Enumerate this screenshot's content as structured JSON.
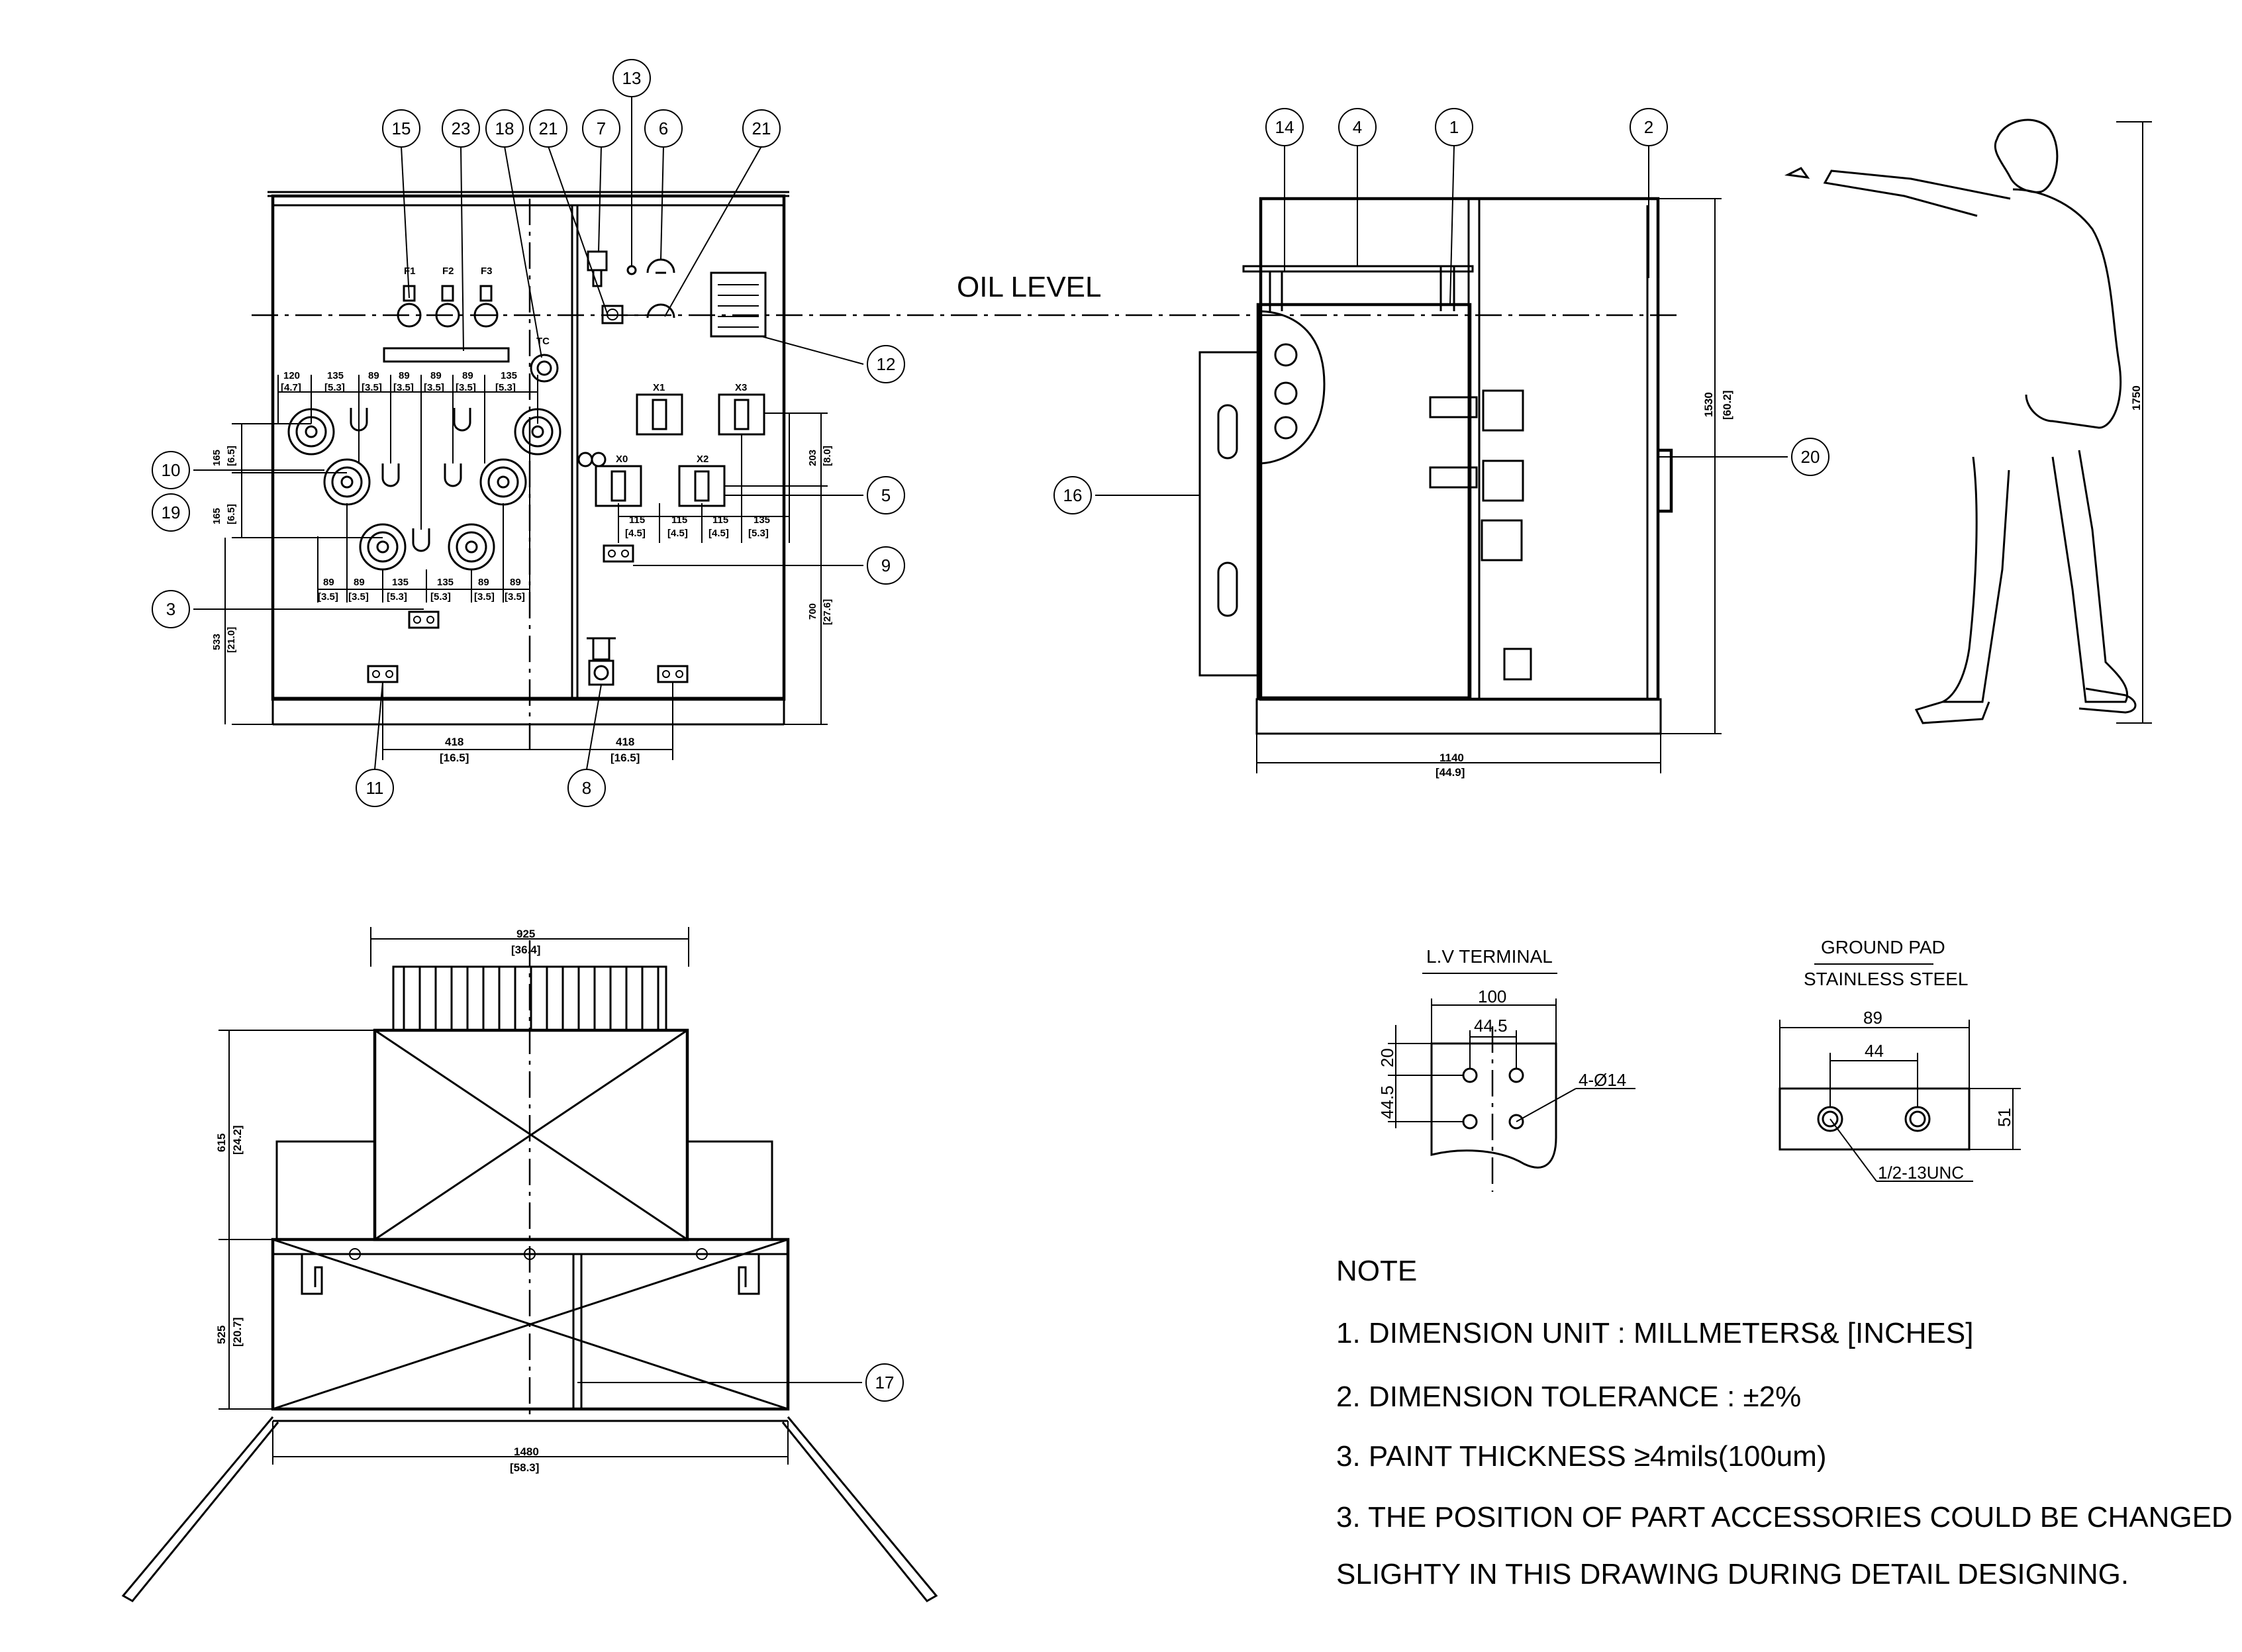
{
  "oil_level": "OIL LEVEL",
  "balloons": [
    "15",
    "23",
    "18",
    "21",
    "7",
    "13",
    "6",
    "21",
    "14",
    "4",
    "1",
    "2",
    "12",
    "10",
    "19",
    "5",
    "9",
    "3",
    "11",
    "8",
    "16",
    "20",
    "17"
  ],
  "front_dims": {
    "top_row": [
      "120",
      "[4.7]",
      "135",
      "[5.3]",
      "89",
      "[3.5]",
      "89",
      "[3.5]",
      "89",
      "[3.5]",
      "89",
      "[3.5]",
      "135",
      "[5.3]"
    ],
    "bottom_row": [
      "89",
      "[3.5]",
      "89",
      "[3.5]",
      "135",
      "[5.3]",
      "135",
      "[5.3]",
      "89",
      "[3.5]",
      "89",
      "[3.5]"
    ],
    "lv_row": [
      "115",
      "[4.5]",
      "115",
      "[4.5]",
      "115",
      "[4.5]",
      "135",
      "[5.3]"
    ],
    "v165a": "165",
    "v165a_in": "[6.5]",
    "v165b": "165",
    "v165b_in": "[6.5]",
    "v533": "533",
    "v533_in": "[21.0]",
    "v203": "203",
    "v203_in": "[8.0]",
    "v700": "700",
    "v700_in": "[27.6]",
    "h418a": "418",
    "h418a_in": "[16.5]",
    "h418b": "418",
    "h418b_in": "[16.5]",
    "fuses": [
      "F1",
      "F2",
      "F3"
    ],
    "tc": "TC",
    "lv_terms": [
      "X1",
      "X3",
      "X0",
      "X2"
    ]
  },
  "side_dims": {
    "w": "1140",
    "w_in": "[44.9]",
    "h": "1530",
    "h_in": "[60.2]",
    "person_h": "1750"
  },
  "top_dims": {
    "w925": "925",
    "w925_in": "[36.4]",
    "h615": "615",
    "h615_in": "[24.2]",
    "h525": "525",
    "h525_in": "[20.7]",
    "w1480": "1480",
    "w1480_in": "[58.3]"
  },
  "lv_terminal": {
    "title": "L.V TERMINAL",
    "w": "100",
    "spacing": "44.5",
    "v1": "44.5",
    "v2": "20",
    "hole": "4-Ø14"
  },
  "ground_pad": {
    "title1": "GROUND PAD",
    "title2": "STAINLESS STEEL",
    "w": "89",
    "spacing": "44",
    "h": "51",
    "thread": "1/2-13UNC"
  },
  "notes": {
    "title": "NOTE",
    "n1": "1. DIMENSION UNIT : MILLMETERS& [INCHES]",
    "n2": "2. DIMENSION TOLERANCE : ±2%",
    "n3": "3. PAINT THICKNESS  ≥4mils(100um)",
    "n4a": "3. THE POSITION OF PART ACCESSORIES COULD BE CHANGED",
    "n4b": "SLIGHTY IN THIS DRAWING DURING DETAIL DESIGNING."
  }
}
